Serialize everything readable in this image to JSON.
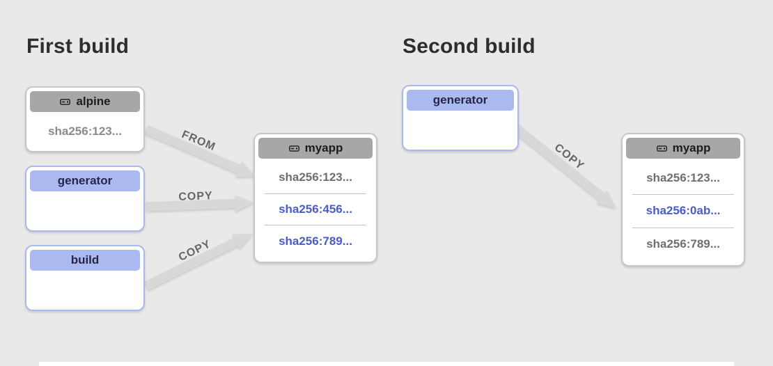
{
  "first": {
    "title": "First build",
    "alpine": {
      "label": "alpine",
      "sha": "sha256:123..."
    },
    "generator": {
      "label": "generator"
    },
    "build": {
      "label": "build"
    },
    "myapp": {
      "label": "myapp",
      "rows": [
        {
          "text": "sha256:123...",
          "changed": false
        },
        {
          "text": "sha256:456...",
          "changed": true
        },
        {
          "text": "sha256:789...",
          "changed": true
        }
      ]
    },
    "arrows": {
      "from_alpine": "FROM",
      "copy_generator": "COPY",
      "copy_build": "COPY"
    }
  },
  "second": {
    "title": "Second build",
    "generator": {
      "label": "generator"
    },
    "myapp": {
      "label": "myapp",
      "rows": [
        {
          "text": "sha256:123...",
          "changed": false
        },
        {
          "text": "sha256:0ab...",
          "changed": true
        },
        {
          "text": "sha256:789...",
          "changed": false
        }
      ]
    },
    "arrows": {
      "copy_generator": "COPY"
    }
  },
  "colors": {
    "canvas_bg": "#e9e9e9",
    "gray_header_bg": "#a7a7a7",
    "gray_border": "#c6c6c6",
    "blue_header_bg": "#aab9ef",
    "blue_border": "#a9b9ee",
    "changed_layer_text": "#4a5cc5",
    "unchanged_layer_text": "#6f6f6f",
    "arrow_fill": "#d8d8d8"
  },
  "icons": {
    "disk": "disk-icon"
  }
}
